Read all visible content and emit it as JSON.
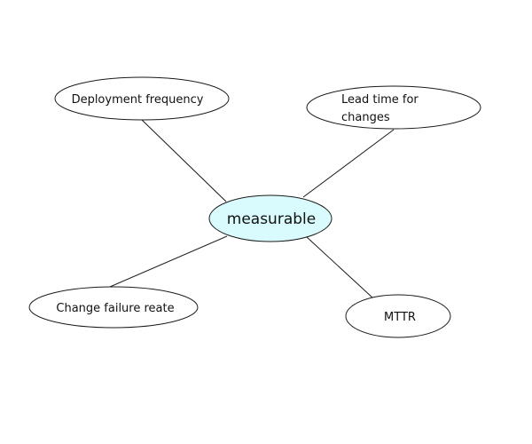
{
  "diagram": {
    "center": {
      "label": "measurable",
      "fill": "#d9fbfd"
    },
    "nodes": [
      {
        "id": "deployment",
        "label": "Deployment frequency"
      },
      {
        "id": "lead-time",
        "label": "Lead time for changes",
        "lines": [
          "Lead time for",
          "changes"
        ]
      },
      {
        "id": "change-failure",
        "label": "Change failure reate"
      },
      {
        "id": "mttr",
        "label": "MTTR"
      }
    ],
    "colors": {
      "stroke": "#1a1a1a",
      "node_fill": "#ffffff"
    }
  }
}
